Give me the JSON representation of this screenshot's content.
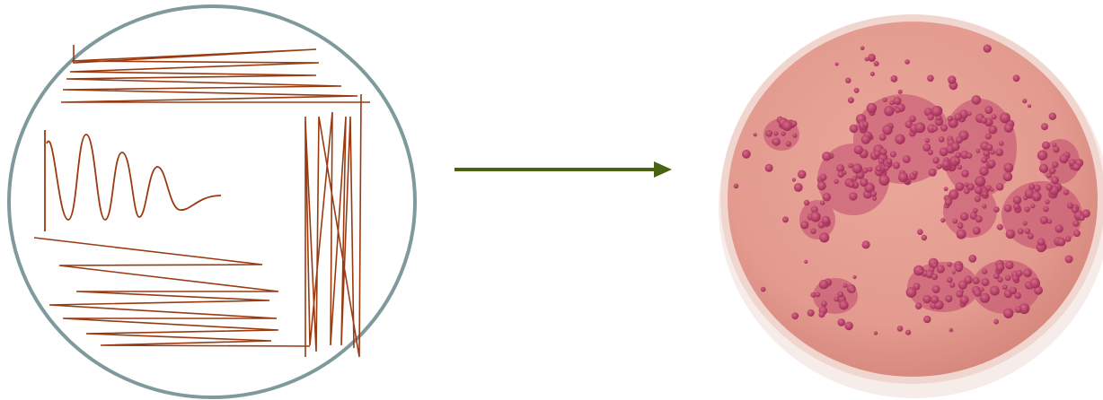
{
  "diagram": {
    "left_panel": {
      "name": "streak-plate-diagram",
      "plate_border_color": "#7f9a9c",
      "streak_color": "#9a3a10"
    },
    "arrow": {
      "name": "result-arrow",
      "color": "#4a6313"
    },
    "right_panel": {
      "name": "agar-plate-photo",
      "agar_color": "#e39a8f",
      "agar_edge_color": "#d88a82",
      "rim_color": "#f0d6cf",
      "colony_color": "#b63c66",
      "colony_highlight": "#d86a86"
    }
  }
}
